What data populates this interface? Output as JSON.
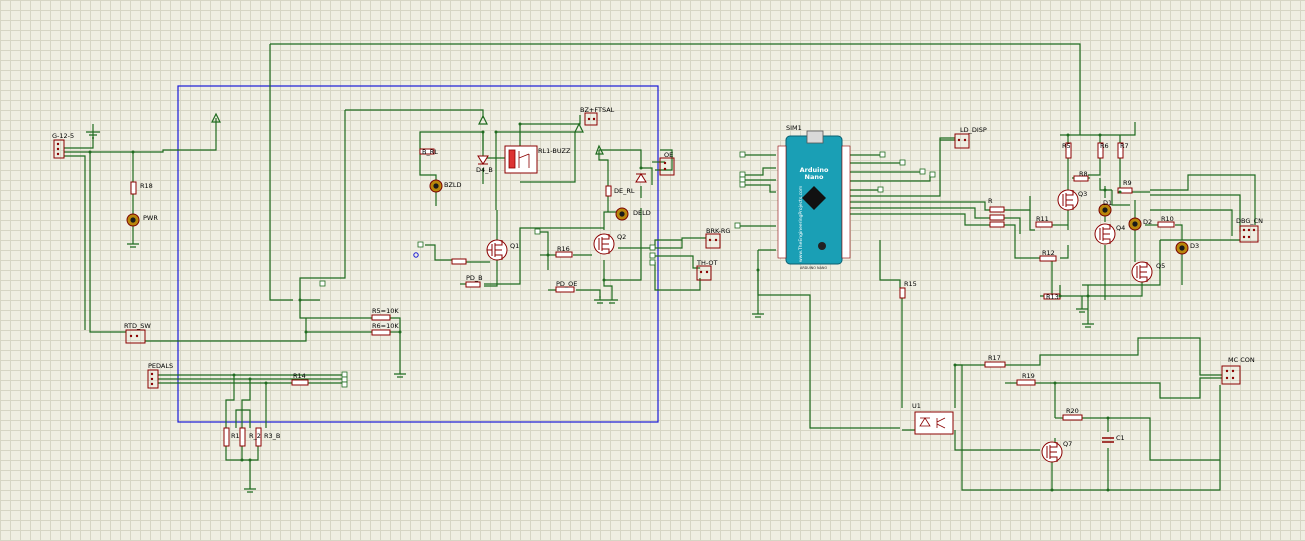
{
  "window": {
    "title": ""
  },
  "labels": {
    "g12": "G-12-5",
    "r18": "R18",
    "pwr": "PWR",
    "rtd": "RTD_SW",
    "pedals": "PEDALS",
    "r14": "R14",
    "r1": "R1",
    "r3": "R3_B",
    "r2": "R_2",
    "br": "B_RL",
    "bzld": "BZLD",
    "d4": "D4_B",
    "rl1": "RL1-BUZZ",
    "bzftsal": "BZ+FTSAL",
    "q1": "Q1",
    "r16": "R16",
    "q2": "Q2",
    "pdb": "PD_B",
    "pdoe": "PD_OE",
    "oe": "OE",
    "derl": "DE_RL",
    "deld": "DELD",
    "brkrg": "BRK-RG",
    "thot": "TH-OT",
    "r5": "R5=10K",
    "r6": "R6=10K",
    "sim1": "SIM1",
    "lddisp": "LD_DISP",
    "r15": "R15",
    "u1": "U1",
    "r17": "R17",
    "r19": "R19",
    "r20": "R20",
    "q7": "Q7",
    "c1": "C1",
    "mccon": "MC CON",
    "r5b": "R5",
    "r6b": "R6",
    "r7": "R7",
    "r8": "R8",
    "q3": "Q3",
    "r11": "R11",
    "r9": "R9",
    "d1": "D1",
    "q4": "Q4",
    "d2": "D2",
    "r10": "R10",
    "d3": "D3",
    "dbgcn": "DBG_CN",
    "r12": "R12",
    "q5": "Q5",
    "r13": "R13",
    "rx": "R"
  },
  "arduino": {
    "line1": "Arduino",
    "line2": "Nano",
    "vertical": "www.TheEngineeringProjects.com",
    "bottom": "ARDUINO NANO"
  },
  "icons": {
    "ground": "ground-icon",
    "led": "led-icon",
    "diode": "diode-icon",
    "relay": "relay-coil-icon",
    "mosfet": "mosfet-icon",
    "resistor": "resistor-icon",
    "connector": "connector-icon",
    "optocoupler": "optocoupler-icon",
    "capacitor": "capacitor-icon",
    "probe": "probe-marker-icon"
  },
  "colors": {
    "background": "#efeee2",
    "grid": "#d6d5c4",
    "wire": "#1f6b1f",
    "component": "#8b0000",
    "sheet_border": "#1a1ad6",
    "arduino": "#1a9fb5"
  }
}
